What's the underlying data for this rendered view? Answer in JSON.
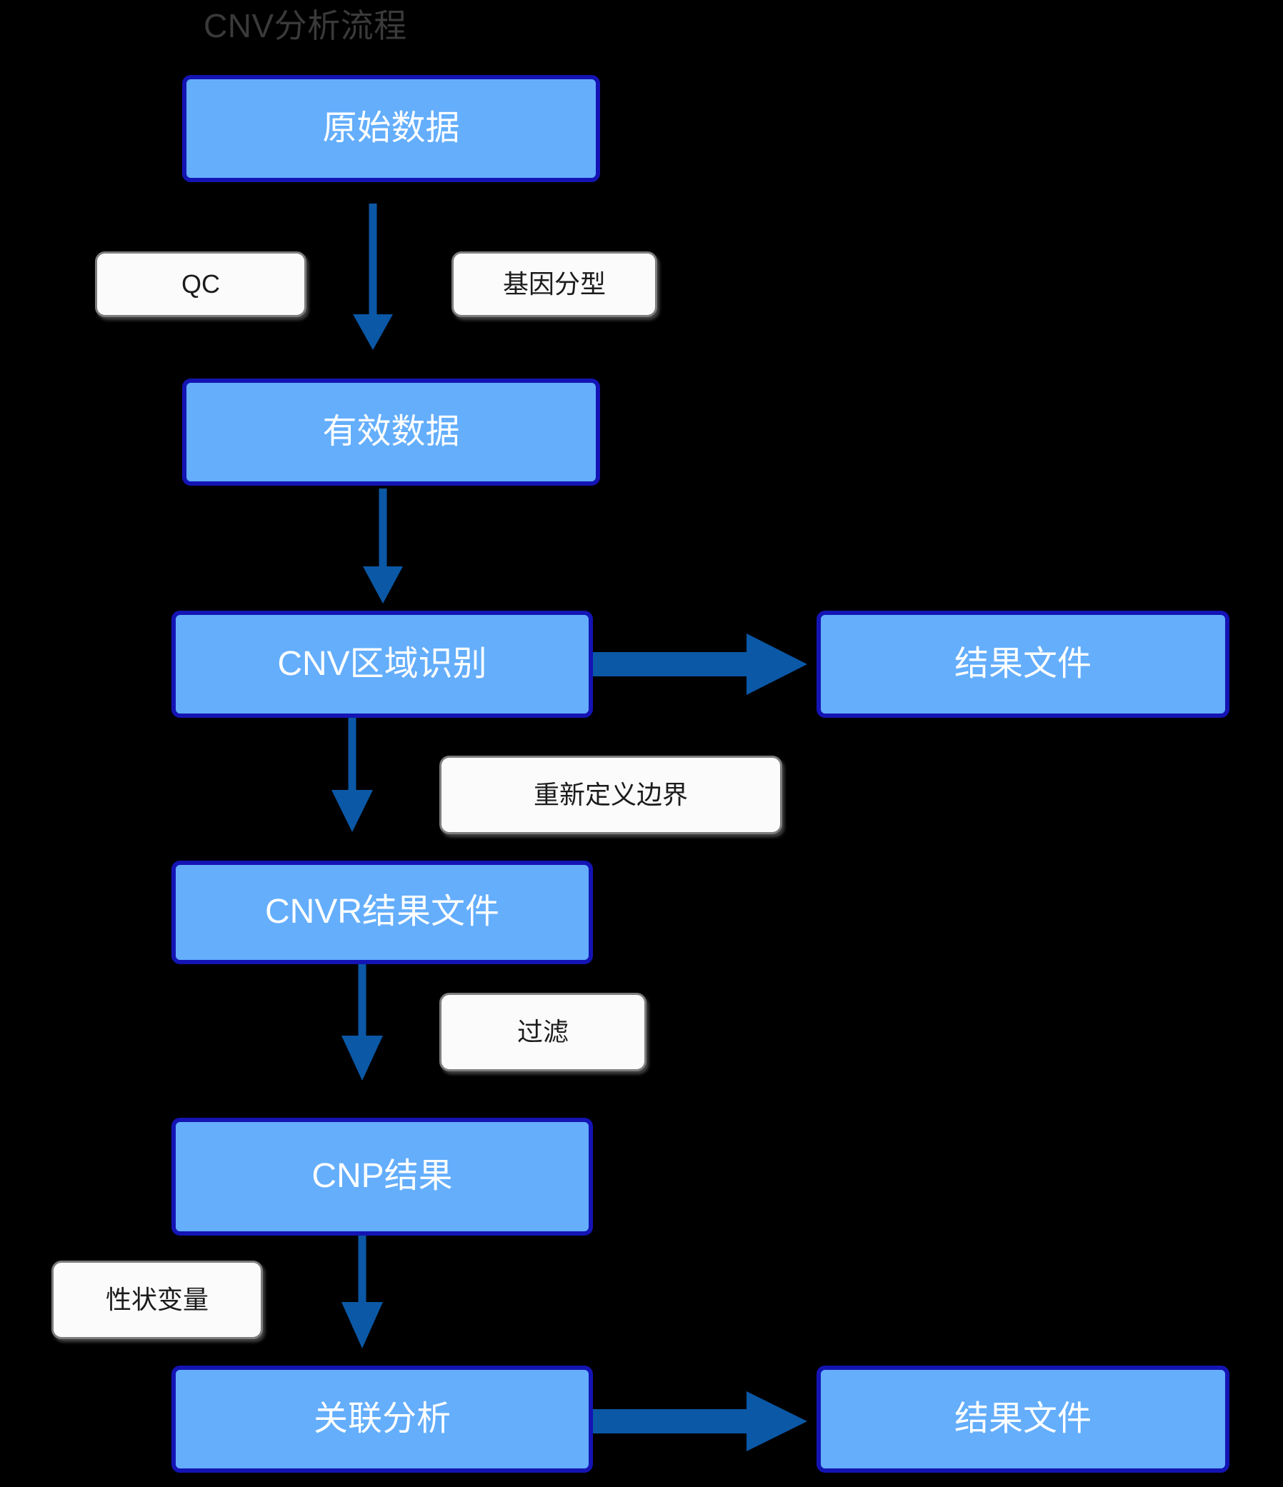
{
  "title": "CNV分析流程",
  "theme": {
    "background": "#000000",
    "node_fill": "#64aefc",
    "node_border": "#1414b4",
    "node_text": "#ffffff",
    "label_fill": "#fbfbfb",
    "label_border": "#7d7d7d",
    "label_text": "#1c1c1c",
    "arrow": "#0b58a6",
    "title_text": "#3a3a3a"
  },
  "nodes": [
    {
      "id": "raw-data",
      "label": "原始数据"
    },
    {
      "id": "valid-data",
      "label": "有效数据"
    },
    {
      "id": "cnv-region",
      "label": "CNV区域识别"
    },
    {
      "id": "result-file-1",
      "label": "结果文件"
    },
    {
      "id": "cnvr-result",
      "label": "CNVR结果文件"
    },
    {
      "id": "cnp-result",
      "label": "CNP结果"
    },
    {
      "id": "assoc-analysis",
      "label": "关联分析"
    },
    {
      "id": "result-file-2",
      "label": "结果文件"
    }
  ],
  "edge_labels": [
    {
      "id": "qc",
      "label": "QC"
    },
    {
      "id": "genotyping",
      "label": "基因分型"
    },
    {
      "id": "redefine",
      "label": "重新定义边界"
    },
    {
      "id": "filter",
      "label": "过滤"
    },
    {
      "id": "trait-var",
      "label": "性状变量"
    }
  ],
  "edges": [
    {
      "from": "raw-data",
      "to": "valid-data",
      "direction": "down"
    },
    {
      "from": "valid-data",
      "to": "cnv-region",
      "direction": "down"
    },
    {
      "from": "cnv-region",
      "to": "result-file-1",
      "direction": "right"
    },
    {
      "from": "cnv-region",
      "to": "cnvr-result",
      "direction": "down"
    },
    {
      "from": "cnvr-result",
      "to": "cnp-result",
      "direction": "down"
    },
    {
      "from": "cnp-result",
      "to": "assoc-analysis",
      "direction": "down"
    },
    {
      "from": "assoc-analysis",
      "to": "result-file-2",
      "direction": "right"
    }
  ]
}
